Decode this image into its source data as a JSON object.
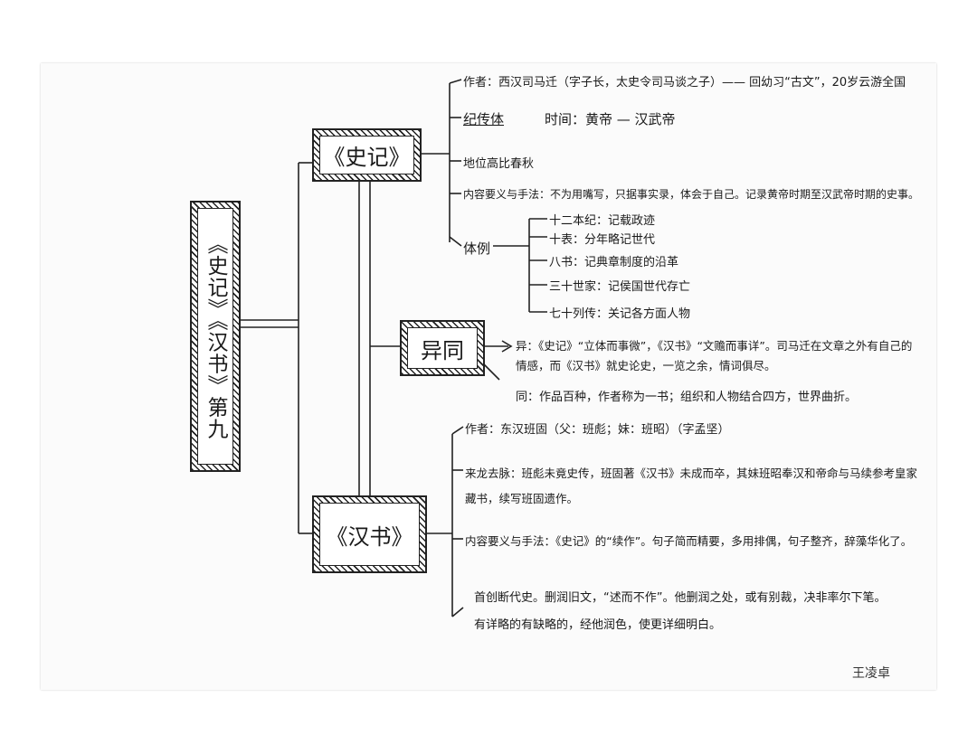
{
  "main_title": "《史记》《汉书》第九",
  "shiji": {
    "label": "《史记》",
    "author": "作者：西汉司马迁（字子长，太史令司马谈之子）—— 回幼习“古文”，20岁云游全国",
    "style": "纪传体",
    "time": "时间：黄帝 — 汉武帝",
    "compare": "地位高比春秋",
    "content": "内容要义与手法：不为用嘴写，只据事实录，体会于自己。记录黄帝时期至汉武帝时期的史事。",
    "tili": "体例",
    "parts": [
      "十二本纪：记载政迹",
      "十表：分年略记世代",
      "八书：记典章制度的沿革",
      "三十世家：记侯国世代存亡",
      "七十列传：关记各方面人物"
    ]
  },
  "yitong": {
    "label": "异同",
    "yi": "异：《史记》“立体而事微”，《汉书》“文赡而事详”。司马迁在文章之外有自己的情感，而《汉书》就史论史，一览之余，情词俱尽。",
    "tong": "同：作品百种，作者称为一书；组织和人物结合四方，世界曲折。"
  },
  "hanshu": {
    "label": "《汉书》",
    "author": "作者：东汉班固（父：班彪；妹：班昭）（字孟坚）",
    "origin": "来龙去脉：班彪未竟史传，班固著《汉书》未成而卒，其妹班昭奉汉和帝命与马续参考皇家藏书，续写班固遗作。",
    "content": "内容要义与手法：《史记》的“续作”。句子简而精要，多用排偶，句子整齐，辞藻华化了。",
    "firsts": "首创断代史。删润旧文，“述而不作”。他删润之处，或有别裁，决非率尔下笔。",
    "detail": "有详略的有缺略的，经他润色，使更详细明白。"
  },
  "signature": "王凌卓"
}
